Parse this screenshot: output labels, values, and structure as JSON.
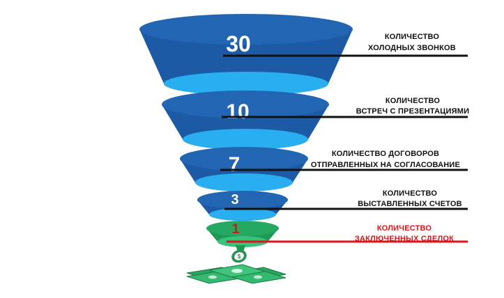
{
  "funnel": {
    "stages": [
      {
        "value": "30",
        "label_line1": "КОЛИЧЕСТВО",
        "label_line2": "ХОЛОДНЫХ ЗВОНКОВ",
        "highlight": false
      },
      {
        "value": "10",
        "label_line1": "КОЛИЧЕСТВО",
        "label_line2": "ВСТРЕЧ С ПРЕЗЕНТАЦИЯМИ",
        "highlight": false
      },
      {
        "value": "7",
        "label_line1": "КОЛИЧЕСТВО ДОГОВОРОВ",
        "label_line2": "ОТПРАВЛЕННЫХ НА СОГЛАСОВАНИЕ",
        "highlight": false
      },
      {
        "value": "3",
        "label_line1": "КОЛИЧЕСТВО",
        "label_line2": "ВЫСТАВЛЕННЫХ СЧЕТОВ",
        "highlight": false
      },
      {
        "value": "1",
        "label_line1": "КОЛИЧЕСТВО",
        "label_line2": "ЗАКЛЮЧЕННЫХ СДЕЛОК",
        "highlight": true
      }
    ],
    "icons": [
      "coin-icon",
      "money-stack-icon"
    ]
  },
  "colors": {
    "dark_blue": "#1c5aa6",
    "light_blue": "#29aef0",
    "dark_green": "#1f9a55",
    "light_green": "#39c27a",
    "line": "#111111",
    "highlight": "#e0131b"
  }
}
